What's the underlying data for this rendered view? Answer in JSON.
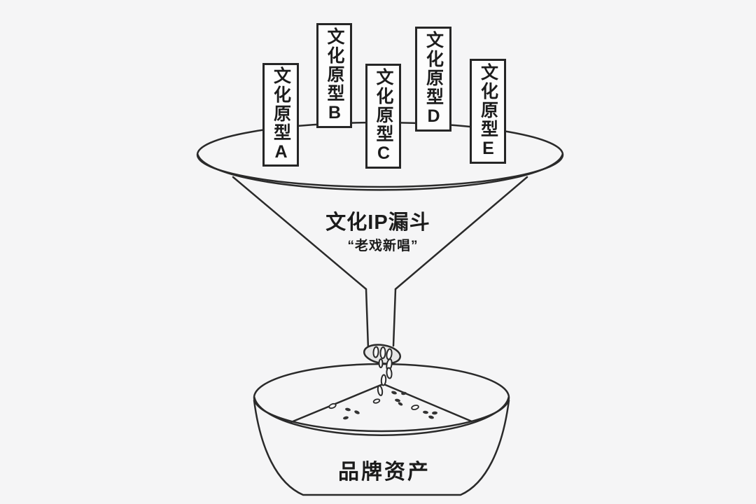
{
  "diagram": {
    "cards": [
      {
        "label": "文化原型A"
      },
      {
        "label": "文化原型B"
      },
      {
        "label": "文化原型C"
      },
      {
        "label": "文化原型D"
      },
      {
        "label": "文化原型E"
      }
    ],
    "funnel": {
      "title": "文化IP漏斗",
      "subtitle": "“老戏新唱”"
    },
    "bowl": {
      "label": "品牌资产"
    },
    "colors": {
      "background": "#f5f5f6",
      "stroke": "#2a2a2a",
      "card_fill": "#fdfdfd",
      "outlet_fill": "#e6e6e6",
      "seed_fill": "#333333",
      "text": "#1c1c1c"
    }
  }
}
